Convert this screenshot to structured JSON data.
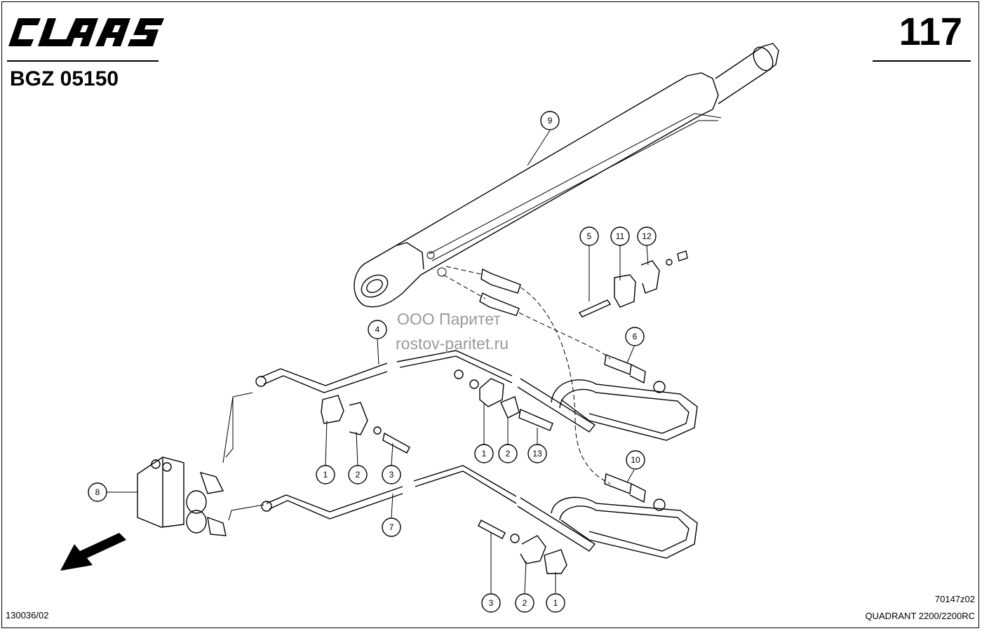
{
  "brand": "CLAAS",
  "doc_code": "BGZ 05150",
  "page_number": "117",
  "watermark": {
    "line1": "ООО Паритет",
    "line2": "rostov-paritet.ru"
  },
  "footer": {
    "left_code": "130036/02",
    "drawing_ref": "70147z02",
    "model": "QUADRANT 2200/2200RC"
  },
  "callouts": [
    {
      "id": "c9",
      "label": "9"
    },
    {
      "id": "c5",
      "label": "5"
    },
    {
      "id": "c11",
      "label": "11"
    },
    {
      "id": "c12",
      "label": "12"
    },
    {
      "id": "c4",
      "label": "4"
    },
    {
      "id": "c6",
      "label": "6"
    },
    {
      "id": "c1a",
      "label": "1"
    },
    {
      "id": "c2a",
      "label": "2"
    },
    {
      "id": "c3a",
      "label": "3"
    },
    {
      "id": "c1b",
      "label": "1"
    },
    {
      "id": "c2b",
      "label": "2"
    },
    {
      "id": "c13",
      "label": "13"
    },
    {
      "id": "c8",
      "label": "8"
    },
    {
      "id": "c10",
      "label": "10"
    },
    {
      "id": "c7",
      "label": "7"
    },
    {
      "id": "c3c",
      "label": "3"
    },
    {
      "id": "c2c",
      "label": "2"
    },
    {
      "id": "c1c",
      "label": "1"
    }
  ]
}
